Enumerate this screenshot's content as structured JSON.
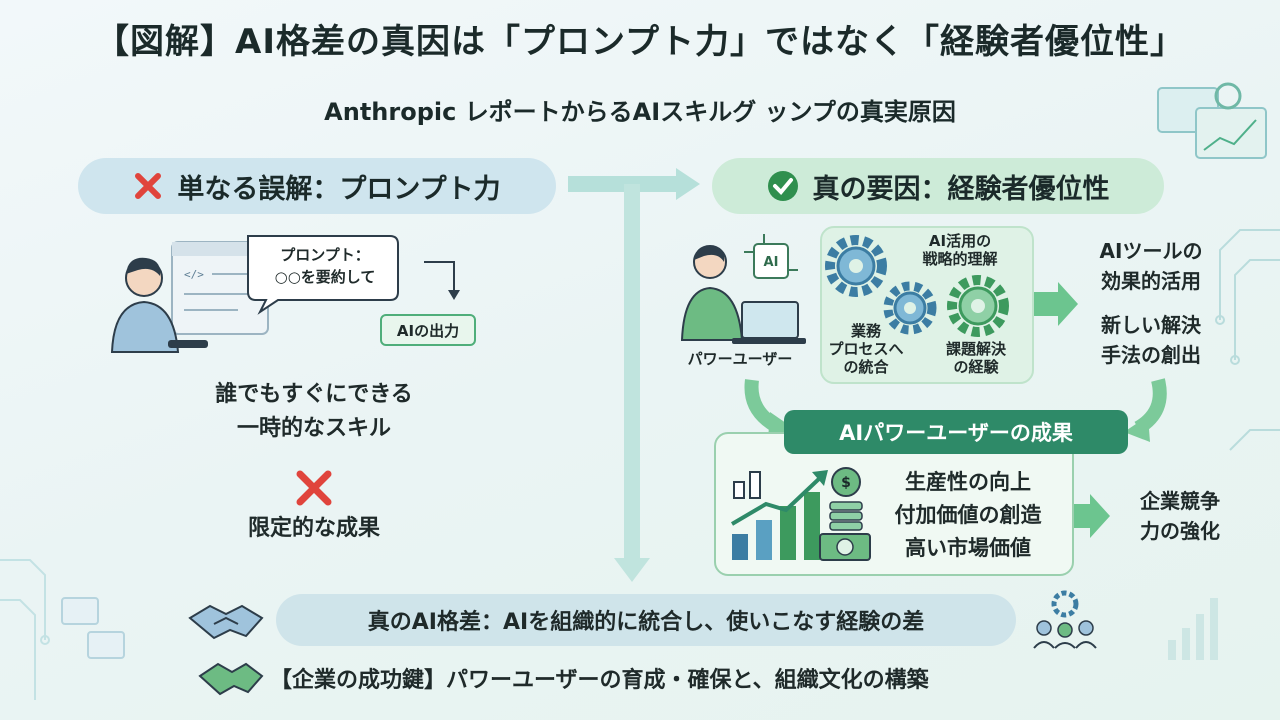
{
  "title": "【図解】AI格差の真因は「プロンプト力」ではなく「経験者優位性」",
  "subtitle": "Anthropic レポートからるAIスキルグ ッンプの真実原因",
  "left": {
    "header": "単なる誤解：プロンプト力",
    "bubble_line1": "プロンプト：",
    "bubble_line2": "○○を要約して",
    "output_label": "AIの出力",
    "desc_line1": "誰でもすぐにできる",
    "desc_line2": "一時的なスキル",
    "result": "限定的な成果"
  },
  "right": {
    "header": "真の要因：経験者優位性",
    "user_label": "パワーユーザー",
    "ai_chip": "AI",
    "gear1": "AI活用の\n戦略的理解",
    "gear2": "業務\nプロセスへ\nの統合",
    "gear3": "課題解決\nの経験",
    "out1": "AIツールの\n効果的活用",
    "out2": "新しい解決\n手法の創出",
    "result_header": "AIパワーユーザーの成果",
    "res1": "生産性の向上",
    "res2": "付加価値の創造",
    "res3": "高い市場価値",
    "final": "企業競争\n力の強化"
  },
  "bottom": {
    "gap": "真のAI格差：AIを組織的に統合し、使いこなす経験の差",
    "key": "【企業の成功鍵】パワーユーザーの育成・確保と、組織文化の構築"
  },
  "colors": {
    "accent_green": "#3db36b",
    "cross_red": "#e0443c",
    "flow_arrow": "#b6e0da"
  }
}
